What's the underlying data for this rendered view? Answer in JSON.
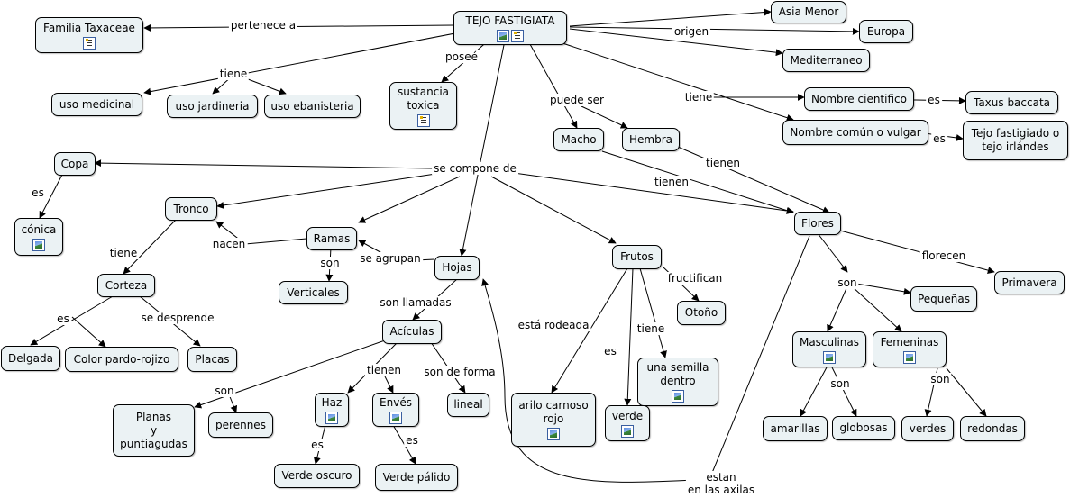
{
  "nodes": {
    "tejo": "TEJO FASTIGIATA",
    "familia": "Familia Taxaceae",
    "asia": "Asia Menor",
    "europa": "Europa",
    "mediterraneo": "Mediterraneo",
    "uso_medicinal": "uso medicinal",
    "uso_jardineria": "uso jardineria",
    "uso_ebanisteria": "uso ebanisteria",
    "sustancia": "sustancia\ntoxica",
    "nombre_cientifico": "Nombre cientifico",
    "taxus": "Taxus baccata",
    "nombre_comun": "Nombre común o vulgar",
    "tejo_irlandes": "Tejo fastigiado o\ntejo irlándes",
    "macho": "Macho",
    "hembra": "Hembra",
    "copa": "Copa",
    "conica": "cónica",
    "tronco": "Tronco",
    "corteza": "Corteza",
    "delgada": "Delgada",
    "pardo": "Color pardo-rojizo",
    "placas": "Placas",
    "ramas": "Ramas",
    "verticales": "Verticales",
    "hojas": "Hojas",
    "aciculas": "Acículas",
    "planas": "Planas\ny\npuntiagudas",
    "perennes": "perennes",
    "haz": "Haz",
    "enves": "Envés",
    "lineal": "lineal",
    "verde_oscuro": "Verde oscuro",
    "verde_palido": "Verde pálido",
    "frutos": "Frutos",
    "otono": "Otoño",
    "semilla": "una semilla\ndentro",
    "arilo": "arilo carnoso\nrojo",
    "verde": "verde",
    "flores": "Flores",
    "primavera": "Primavera",
    "pequenas": "Pequeñas",
    "masculinas": "Masculinas",
    "femeninas": "Femeninas",
    "amarillas": "amarillas",
    "globosas": "globosas",
    "verdes": "verdes",
    "redondas": "redondas"
  },
  "links": {
    "pertenece": "pertenece a",
    "origen": "origen",
    "tiene_usos": "tiene",
    "posee": "poseé",
    "puede_ser": "puede ser",
    "tiene_nombres": "tiene",
    "es_cientifico": "es",
    "es_comun": "es",
    "se_compone": "se compone de",
    "tienen_flores": "tienen",
    "tienen_macho": "tienen",
    "es_copa": "es",
    "tiene_corteza": "tiene",
    "nacen": "nacen",
    "son_ramas": "son",
    "se_agrupan": "se agrupan",
    "es_corteza": "es",
    "se_desprende": "se desprende",
    "son_llamadas": "son llamadas",
    "son_aciculas": "son",
    "tienen_aciculas": "tienen",
    "son_de_forma": "son de forma",
    "es_haz": "es",
    "es_enves": "es",
    "fructifican": "fructifican",
    "esta_rodeada": "está rodeada",
    "es_fruto": "es",
    "tiene_fruto": "tiene",
    "florecen": "florecen",
    "son_flores": "son",
    "son_masculinas": "son",
    "son_femeninas": "son",
    "estan_axilas": "estan\nen las axilas"
  }
}
